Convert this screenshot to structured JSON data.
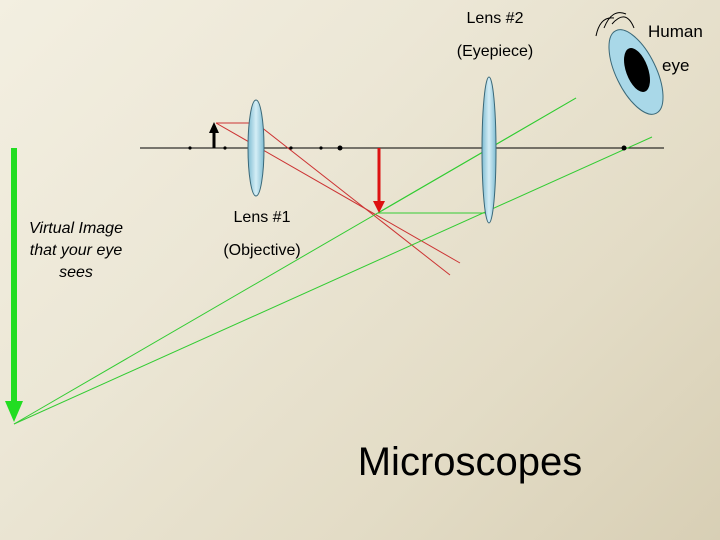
{
  "lens2": {
    "title": "Lens #2",
    "subtitle": "(Eyepiece)"
  },
  "eye": {
    "label_line1": "Human",
    "label_line2": "eye"
  },
  "lens1": {
    "title": "Lens #1",
    "subtitle": "(Objective)"
  },
  "virtual_image": {
    "caption": "Virtual Image that your eye sees"
  },
  "slide": {
    "title": "Microscopes"
  },
  "colors": {
    "lens_fill": "#a9d8e8",
    "object_arrow": "#000000",
    "real_image_arrow": "#dd1111",
    "virtual_image_arrow": "#22dd22",
    "objective_rays": "#cc3333",
    "eyepiece_rays": "#33cc33"
  }
}
